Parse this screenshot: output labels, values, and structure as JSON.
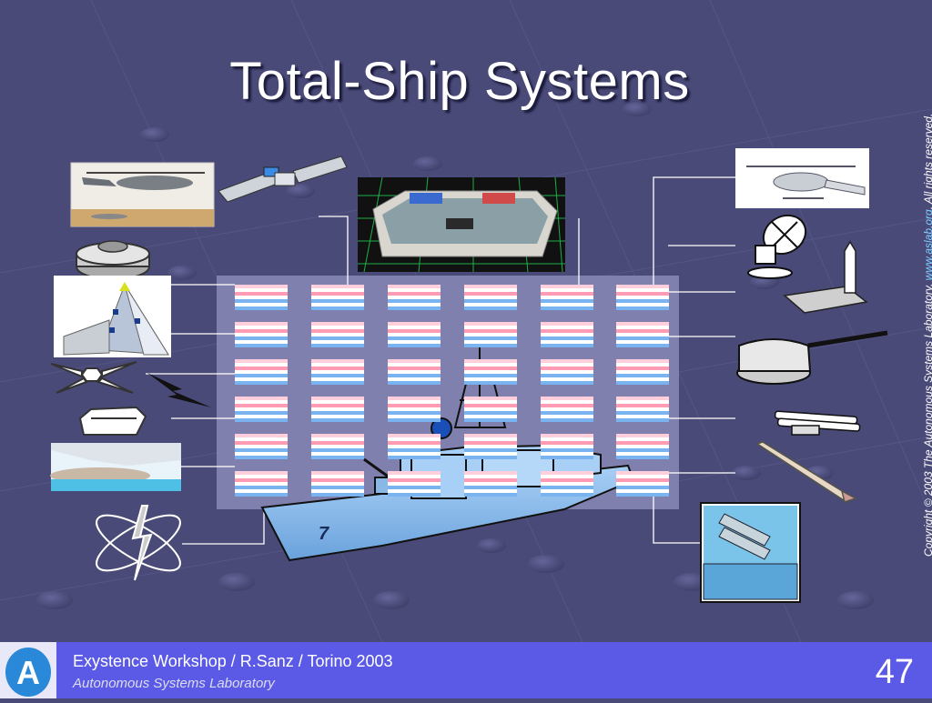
{
  "slide": {
    "title": "Total-Ship Systems",
    "copyright_prefix": "Copyright © 2003 The Autonomous Systems Laboratory. ",
    "copyright_link": "www.aslab.org",
    "copyright_suffix": ". All rights reserved."
  },
  "footer": {
    "line1": "Exystence Workshop / R.Sanz / Torino 2003",
    "line2": "Autonomous Systems Laboratory",
    "page_number": "47",
    "logo_letter": "A"
  },
  "ship": {
    "hull_number": "7"
  },
  "colors": {
    "background": "#4a4a78",
    "footer_bar": "#5a5ae6",
    "grid_panel": "#8a8ab8",
    "accent_blue": "#7ab4f0"
  },
  "icons": {
    "left": [
      "helicopter-photo",
      "sonar-dome-icon",
      "radar-pyramid-icon",
      "antenna-array-icon",
      "lightning-icon",
      "sonar-block-icon",
      "bow-wave-photo",
      "atom-bolt-icon"
    ],
    "right": [
      "helicopter-drone-photo",
      "radar-dish-icon",
      "missile-launcher-icon",
      "gun-turret-icon",
      "torpedo-launcher-icon",
      "missile-icon",
      "deck-launcher-icon"
    ],
    "top": [
      "satellite-icon",
      "control-room-image"
    ]
  }
}
